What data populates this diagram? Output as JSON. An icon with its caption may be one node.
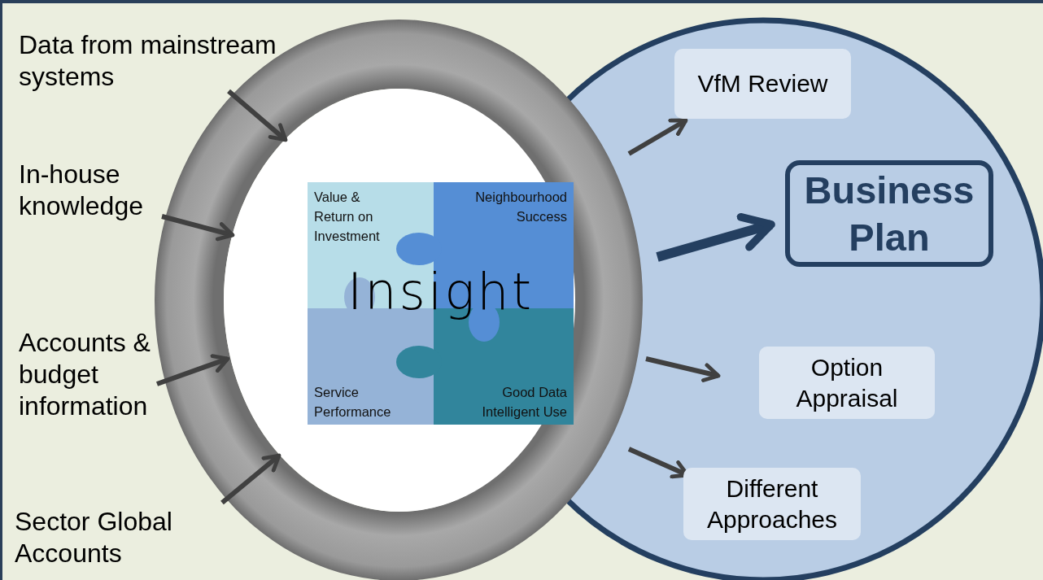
{
  "diagram": {
    "nodes": [
      {
        "text": [],
        "shape": "circle"
      },
      {
        "text": [],
        "shape": "circle",
        "in": 0
      },
      {
        "text": [
          "Value & Return on Investment",
          "Neighbourhood Success",
          "Insight",
          "Service Performance",
          "Good Data Intelligent Use"
        ],
        "in": 1
      },
      {
        "text": [],
        "shape": "circle"
      },
      {
        "text": [
          "VfM Review"
        ],
        "in": 3
      },
      {
        "text": [
          "Business Plan"
        ],
        "in": 3
      },
      {
        "text": [
          "Option Appraisal"
        ],
        "in": 3
      },
      {
        "text": [
          "Different Approaches"
        ],
        "in": 3
      },
      {
        "text": [
          "Data from mainstream systems"
        ]
      },
      {
        "text": [
          "In-house knowledge"
        ]
      },
      {
        "text": [
          "Accounts & budget information"
        ]
      },
      {
        "text": [
          "Sector Global Accounts"
        ]
      }
    ],
    "edges": [
      {
        "from": 8,
        "to": 1,
        "arrow": "to"
      },
      {
        "from": 9,
        "to": 1,
        "arrow": "to"
      },
      {
        "from": 10,
        "to": 1,
        "arrow": "to"
      },
      {
        "from": 11,
        "to": 1,
        "arrow": "to"
      },
      {
        "from": 0,
        "to": 4,
        "arrow": "to"
      },
      {
        "from": 0,
        "to": 5,
        "arrow": "to",
        "style": "thick",
        "color": "#243f60"
      },
      {
        "from": 0,
        "to": 6,
        "arrow": "to"
      },
      {
        "from": 0,
        "to": 7,
        "arrow": "to"
      }
    ]
  }
}
